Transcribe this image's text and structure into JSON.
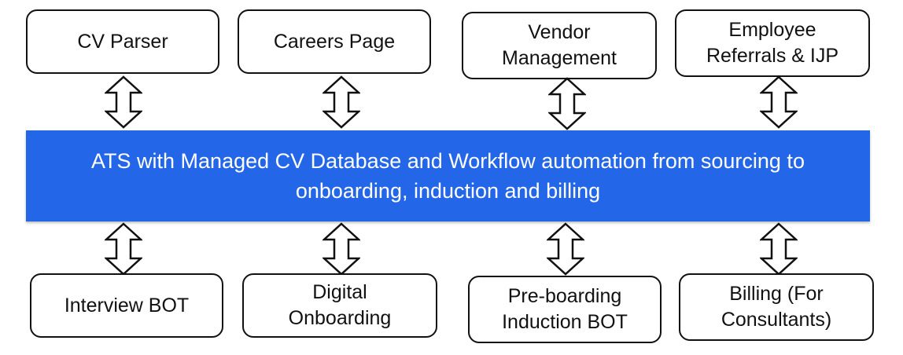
{
  "top_boxes": [
    {
      "label": "CV Parser"
    },
    {
      "label": "Careers Page"
    },
    {
      "label": "Vendor\nManagement"
    },
    {
      "label": "Employee\nReferrals & IJP"
    }
  ],
  "center_banner": {
    "text": "ATS with Managed CV Database and Workflow automation from sourcing to onboarding, induction and billing",
    "color": "#2466E8"
  },
  "bottom_boxes": [
    {
      "label": "Interview BOT"
    },
    {
      "label": "Digital\nOnboarding"
    },
    {
      "label": "Pre-boarding\nInduction BOT"
    },
    {
      "label": "Billing (For\nConsultants)"
    }
  ],
  "arrow_icon": "double-headed-vertical-arrow"
}
